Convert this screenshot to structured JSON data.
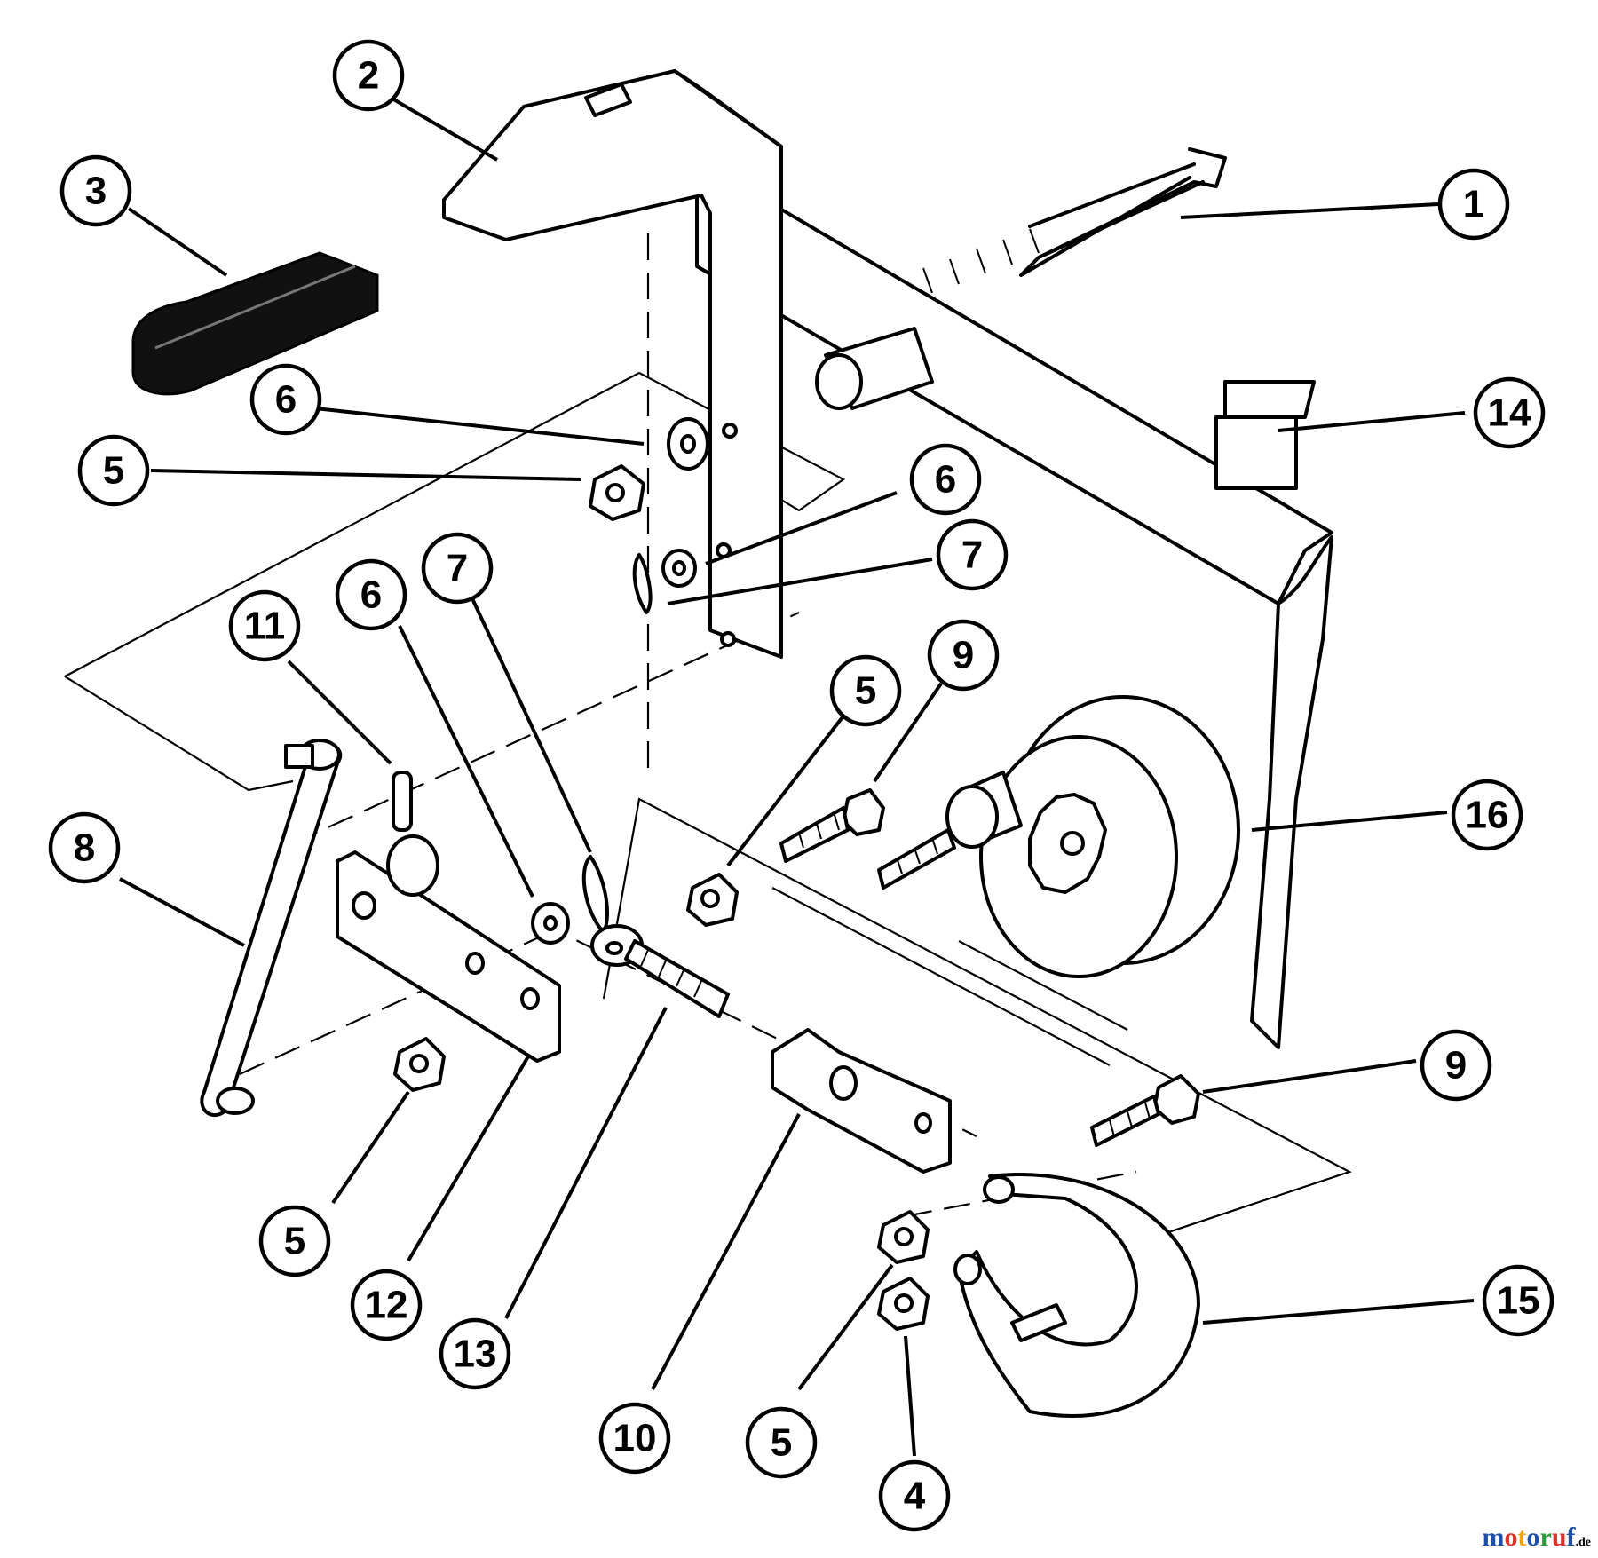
{
  "callouts": [
    {
      "label": "1"
    },
    {
      "label": "2"
    },
    {
      "label": "3"
    },
    {
      "label": "5"
    },
    {
      "label": "6"
    },
    {
      "label": "6"
    },
    {
      "label": "7"
    },
    {
      "label": "11"
    },
    {
      "label": "6"
    },
    {
      "label": "7"
    },
    {
      "label": "14"
    },
    {
      "label": "5"
    },
    {
      "label": "9"
    },
    {
      "label": "8"
    },
    {
      "label": "16"
    },
    {
      "label": "9"
    },
    {
      "label": "5"
    },
    {
      "label": "12"
    },
    {
      "label": "13"
    },
    {
      "label": "10"
    },
    {
      "label": "5"
    },
    {
      "label": "4"
    },
    {
      "label": "15"
    }
  ],
  "watermark": {
    "text": "motoruf",
    "suffix": ".de",
    "colors": [
      "#1f4fa8",
      "#d9342b",
      "#f0a30a",
      "#1f4fa8",
      "#2e9b3e",
      "#d9342b",
      "#1f4fa8"
    ]
  }
}
